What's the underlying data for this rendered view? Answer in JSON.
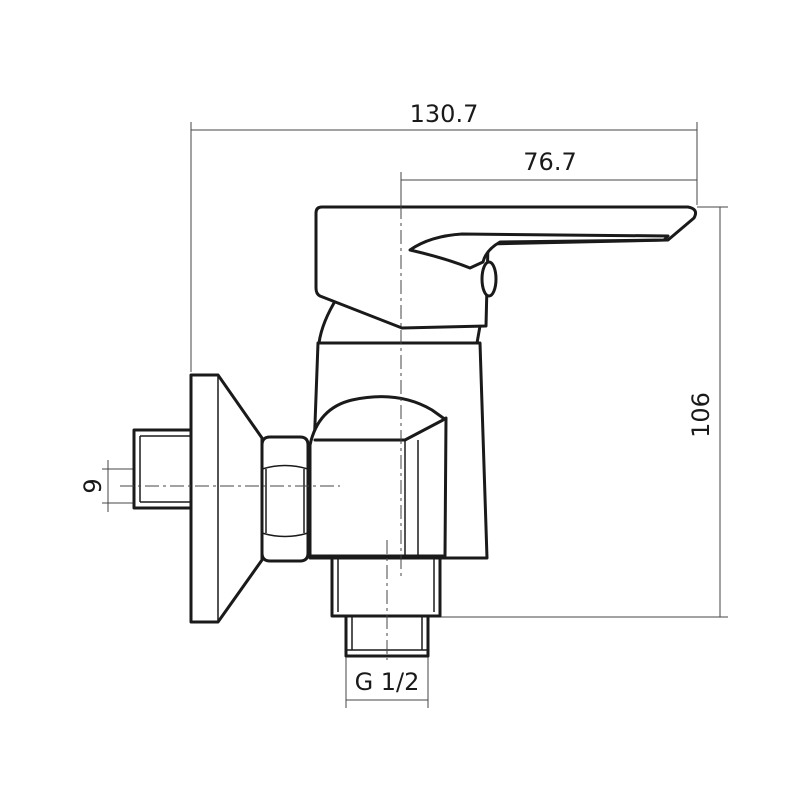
{
  "drawing": {
    "subject": "wall-mounted single lever shower mixer",
    "dimensions": {
      "overall_width": "130.7",
      "body_to_handle_tip": "76.7",
      "height": "106",
      "inlet_thread_diameter": "9",
      "outlet_thread": "G 1/2"
    }
  }
}
